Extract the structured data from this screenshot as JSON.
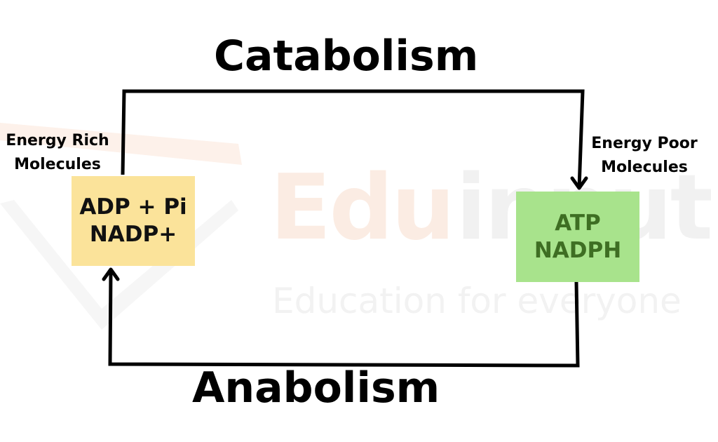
{
  "diagram": {
    "top_label": "Catabolism",
    "bottom_label": "Anabolism",
    "left_annotation": [
      "Energy Rich",
      "Molecules"
    ],
    "right_annotation": [
      "Energy Poor",
      "Molecules"
    ],
    "left_box": {
      "lines": [
        "ADP + Pi",
        "NADP+"
      ],
      "fill": "#fbe39a"
    },
    "right_box": {
      "lines": [
        "ATP",
        "NADPH"
      ],
      "fill": "#a8e38c",
      "text_color": "#3e6e23"
    },
    "arrow_color": "#000000"
  },
  "watermark": {
    "brand": [
      "Edu",
      "input"
    ],
    "tagline": "Education for everyone"
  }
}
